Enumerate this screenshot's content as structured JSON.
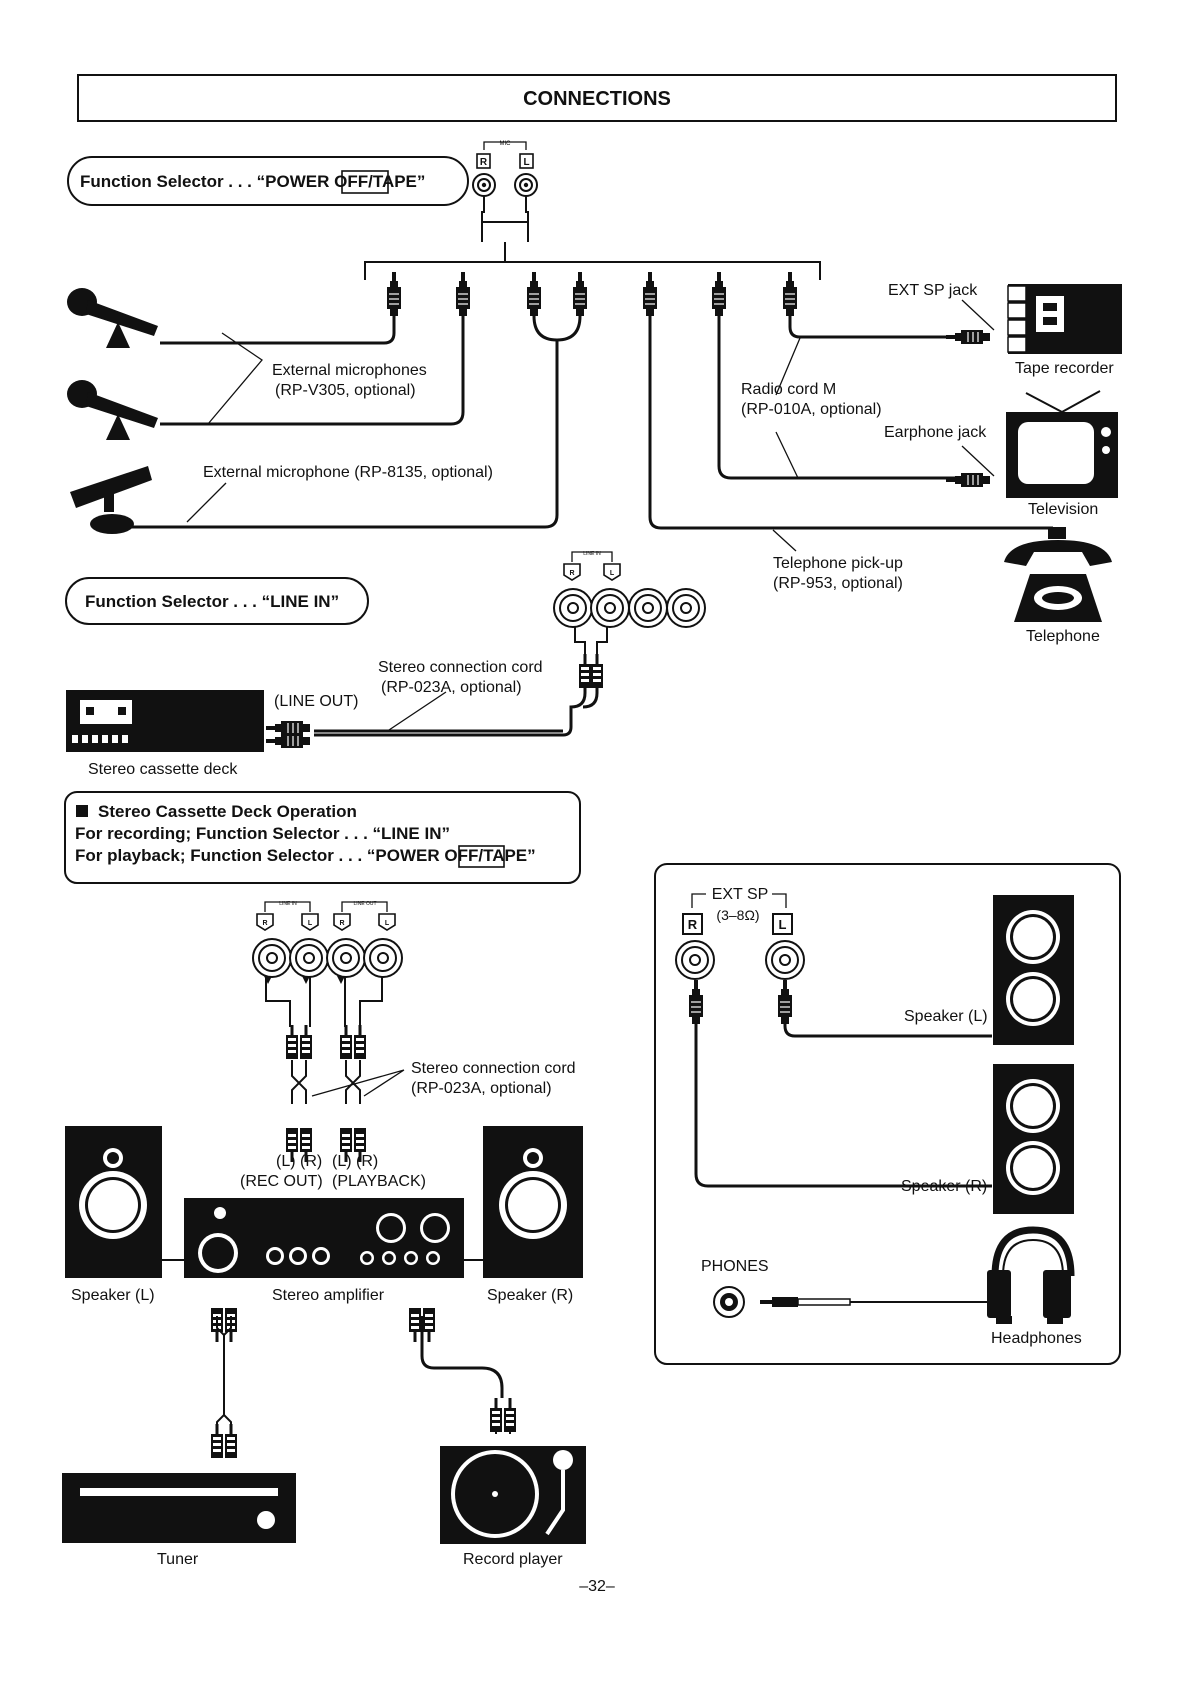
{
  "header": {
    "title": "CONNECTIONS"
  },
  "selector_tape": {
    "prefix": "Function Selector . . . “POWER ",
    "boxed": "OFF",
    "suffix": "/TAPE”"
  },
  "selector_line": {
    "text": "Function Selector . . . “LINE IN”"
  },
  "jack_labels": {
    "mic": "MIC",
    "line_in": "LINE IN",
    "line_out": "LINE OUT",
    "right": "R",
    "left": "L",
    "ext_sp": "EXT SP",
    "ext_sp_ohm": "(3–8Ω)",
    "phones": "PHONES"
  },
  "labels": {
    "ext_mics_1": "External microphones",
    "ext_mics_2": "(RP-V305, optional)",
    "ext_mic_single": "External microphone (RP-8135, optional)",
    "radio_cord_1": "Radio cord M",
    "radio_cord_2": "(RP-010A, optional)",
    "ext_sp_jack": "EXT SP jack",
    "tape_recorder": "Tape recorder",
    "earphone_jack": "Earphone jack",
    "television": "Television",
    "tel_pickup_1": "Telephone pick-up",
    "tel_pickup_2": "(RP-953, optional)",
    "telephone": "Telephone",
    "stereo_cord_1": "Stereo connection cord",
    "stereo_cord_2": "(RP-023A, optional)",
    "line_out": "(LINE OUT)",
    "stereo_deck": "Stereo cassette deck",
    "rec_out_lr": "(L) (R)",
    "playback_lr": "(L) (R)",
    "rec_out": "(REC OUT)",
    "playback": "(PLAYBACK)",
    "speaker_l": "Speaker (L)",
    "speaker_r": "Speaker (R)",
    "stereo_amp": "Stereo amplifier",
    "tuner": "Tuner",
    "record_player": "Record player",
    "headphones": "Headphones"
  },
  "operation_box": {
    "heading": "Stereo Cassette Deck Operation",
    "line_recording": "For recording; Function Selector . . . “LINE IN”",
    "line_playback_prefix": "For playback; Function Selector . . . “POWER ",
    "line_playback_boxed": "OFF",
    "line_playback_suffix": "/TAPE”"
  },
  "footer": {
    "page_number": "–32–"
  },
  "colors": {
    "ink": "#111111",
    "paper": "#ffffff"
  }
}
